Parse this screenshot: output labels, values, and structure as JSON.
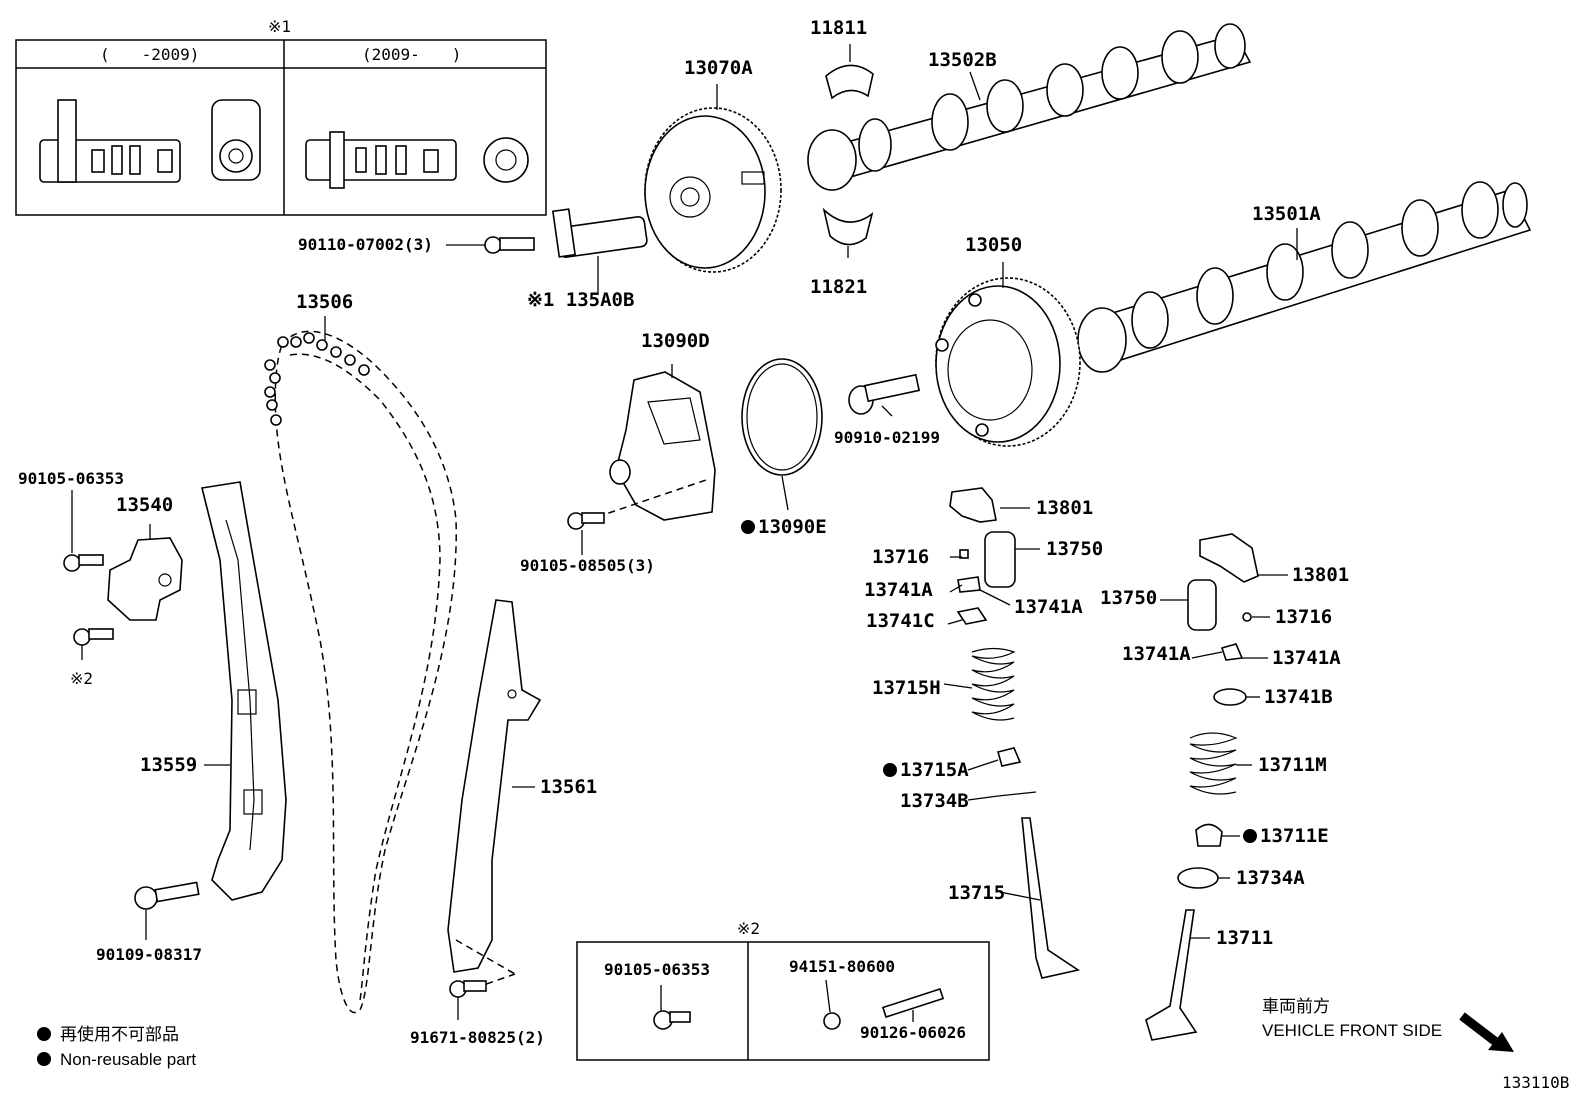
{
  "diagram_id": "133110B",
  "legend": {
    "non_reusable_jp": "再使用不可部品",
    "non_reusable_en": "Non-reusable part"
  },
  "direction": {
    "jp": "車両前方",
    "en": "VEHICLE FRONT SIDE"
  },
  "inset1": {
    "marker": "※1",
    "col_left": "(　　-2009)",
    "col_right": "(2009-　　)"
  },
  "inset2": {
    "marker": "※2",
    "left_part": "90105-06353",
    "right_part_top": "94151-80600",
    "right_part_bottom": "90126-06026"
  },
  "parts": {
    "p13070A": "13070A",
    "p11811": "11811",
    "p13502B": "13502B",
    "p90110": "90110-07002(3)",
    "p135A0B": "※1 135A0B",
    "p11821": "11821",
    "p13050": "13050",
    "p13501A": "13501A",
    "p13506": "13506",
    "p13090D": "13090D",
    "p90910": "90910-02199",
    "p13090E": "13090E",
    "p90105_08505": "90105-08505(3)",
    "p90105_06353": "90105-06353",
    "p13540": "13540",
    "p_note2": "※2",
    "p13559": "13559",
    "p13561": "13561",
    "p90109": "90109-08317",
    "p91671": "91671-80825(2)",
    "p13801a": "13801",
    "p13716a": "13716",
    "p13750a": "13750",
    "p13741Aa": "13741A",
    "p13741Ab": "13741A",
    "p13741C": "13741C",
    "p13715H": "13715H",
    "p13715A": "13715A",
    "p13734B": "13734B",
    "p13715": "13715",
    "p13801b": "13801",
    "p13750b": "13750",
    "p13716b": "13716",
    "p13741Ac": "13741A",
    "p13741Ad": "13741A",
    "p13741B": "13741B",
    "p13711M": "13711M",
    "p13711E": "13711E",
    "p13734A": "13734A",
    "p13711": "13711"
  }
}
